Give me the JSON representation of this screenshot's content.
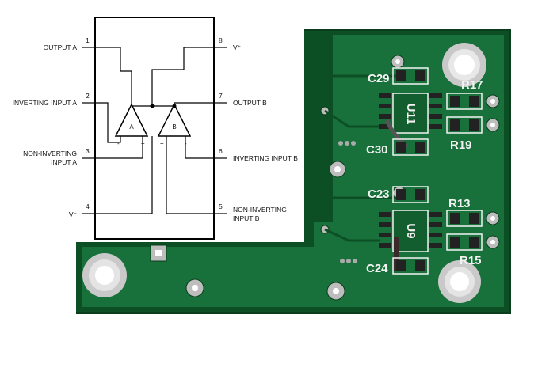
{
  "schematic": {
    "pins": {
      "p1": {
        "num": "1",
        "label": "OUTPUT A"
      },
      "p2": {
        "num": "2",
        "label": "INVERTING INPUT A"
      },
      "p3": {
        "num": "3",
        "label_line1": "NON-INVERTING",
        "label_line2": "INPUT A"
      },
      "p4": {
        "num": "4",
        "label": "V⁻"
      },
      "p5": {
        "num": "5",
        "label_line1": "NON-INVERTING",
        "label_line2": "INPUT B"
      },
      "p6": {
        "num": "6",
        "label": "INVERTING INPUT B"
      },
      "p7": {
        "num": "7",
        "label": "OUTPUT B"
      },
      "p8": {
        "num": "8",
        "label": "V⁺"
      }
    },
    "amp_a": {
      "name": "A",
      "minus": "-",
      "plus": "+"
    },
    "amp_b": {
      "name": "B",
      "minus": "-",
      "plus": "+"
    }
  },
  "pcb": {
    "colors": {
      "board": "#0f5a2a",
      "copper": "#1c7a38",
      "silk": "#f2f2f2"
    },
    "labels": {
      "c29": "C29",
      "r17": "R17",
      "r19": "R19",
      "c30": "C30",
      "c23": "C23",
      "r13": "R13",
      "r15": "R15",
      "c24": "C24",
      "u11": "U11",
      "u9": "U9"
    }
  }
}
